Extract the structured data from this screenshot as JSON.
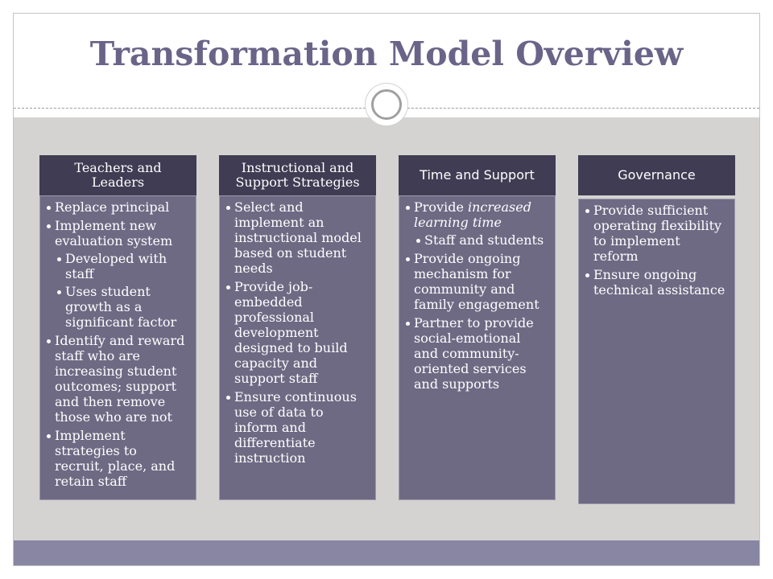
{
  "slide": {
    "title": "Transformation Model Overview"
  },
  "icons": {
    "title_divider": "ring-icon",
    "list_marker": "bullet-icon"
  },
  "colors": {
    "title_text": "#6a6488",
    "column_header": "#3f3c53",
    "column_body": "#6e6a84",
    "content_background": "#d4d3d1",
    "footer_band": "#8986a3",
    "list_text": "#ffffff"
  },
  "columns": [
    {
      "header": "Teachers and Leaders",
      "items": [
        {
          "text": "Replace principal"
        },
        {
          "text": "Implement new evaluation system",
          "subitems": [
            {
              "text": "Developed with staff"
            },
            {
              "text": "Uses student growth as a significant factor"
            }
          ]
        },
        {
          "text": "Identify and reward staff who are increasing student outcomes; support and then remove those who are not"
        },
        {
          "text": "Implement strategies to recruit, place, and retain staff"
        }
      ]
    },
    {
      "header": "Instructional and Support Strategies",
      "items": [
        {
          "text": "Select and implement an instructional model based on student needs"
        },
        {
          "text": "Provide job-embedded professional development designed to build capacity and support staff"
        },
        {
          "text": "Ensure continuous use of data to inform and differentiate instruction"
        }
      ]
    },
    {
      "header": "Time and Support",
      "items": [
        {
          "text": "Provide ",
          "emphasis": "increased learning time",
          "subitems": [
            {
              "text": "Staff and students"
            }
          ]
        },
        {
          "text": "Provide ongoing mechanism for community and family engagement"
        },
        {
          "text": "Partner to provide social-emotional and community-oriented services and supports"
        }
      ]
    },
    {
      "header": "Governance",
      "items": [
        {
          "text": "Provide sufficient operating flexibility to implement reform"
        },
        {
          "text": "Ensure ongoing technical assistance"
        }
      ]
    }
  ]
}
